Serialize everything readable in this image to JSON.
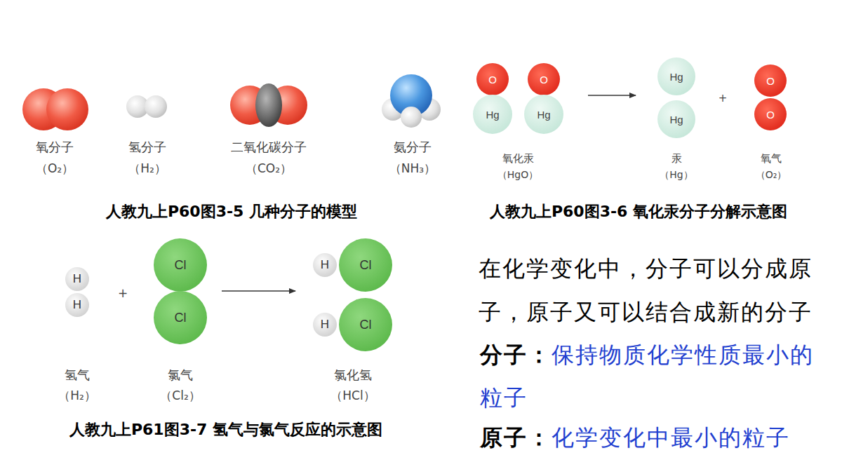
{
  "diagram": {
    "nodes": [
      {
        "text": [
          "O"
        ]
      },
      {
        "text": [
          "O"
        ]
      },
      {
        "text": [
          "Hg"
        ]
      },
      {
        "text": [
          "Hg"
        ]
      },
      {
        "text": [
          "Hg"
        ]
      },
      {
        "text": [
          "Hg"
        ]
      },
      {
        "text": [
          "O"
        ]
      },
      {
        "text": [
          "O"
        ]
      },
      {
        "text": [
          "H"
        ]
      },
      {
        "text": [
          "H"
        ]
      },
      {
        "text": [
          "Cl"
        ]
      },
      {
        "text": [
          "Cl"
        ]
      },
      {
        "text": [
          "H"
        ]
      },
      {
        "text": [
          "Cl"
        ]
      },
      {
        "text": [
          "H"
        ]
      },
      {
        "text": [
          "Cl"
        ]
      }
    ],
    "labels": [
      "氧分子",
      "（O₂）",
      "氢分子",
      "（H₂）",
      "二氧化碳分子",
      "（CO₂）",
      "氨分子",
      "（NH₃）",
      "人教九上P60图3-5 几种分子的模型",
      "氧化汞",
      "（HgO）",
      "汞",
      "（Hg）",
      "氧气",
      "（O₂）",
      "人教九上P60图3-6 氧化汞分子分解示意图",
      "+",
      "氢气",
      "（H₂）",
      "氯气",
      "（Cl₂）",
      "氯化氢",
      "（HCl）",
      "人教九上P61图3-7 氢气与氯气反应的示意图",
      "+",
      "在化学变化中，分子可以分成原子，原子又可以结合成新的分子",
      "分子：",
      "保持物质化学性质最小的粒子",
      "原子：",
      "化学变化中最小的粒子"
    ]
  }
}
